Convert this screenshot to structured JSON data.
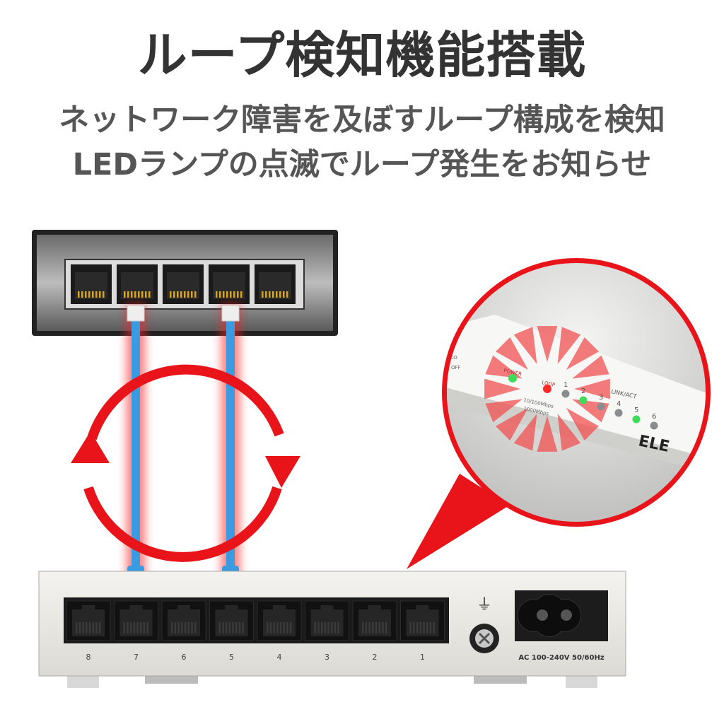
{
  "headline": "ループ検知機能搭載",
  "description": {
    "line1": "ネットワーク障害を及ぼすループ構成を検知",
    "line2": "LEDランプの点滅でループ発生をお知らせ"
  },
  "zoom_panel": {
    "power_label": "POWER",
    "loop_label": "LOOP",
    "link_label": "LINK/ACT",
    "speed_legend": [
      "10/100Mbps",
      "1000Mbps"
    ],
    "switch_labels": [
      "ECO",
      "OFF"
    ],
    "port_leds": [
      {
        "port": "1",
        "lit": false
      },
      {
        "port": "2",
        "lit": true
      },
      {
        "port": "3",
        "lit": false
      },
      {
        "port": "4",
        "lit": false
      },
      {
        "port": "5",
        "lit": true
      },
      {
        "port": "6",
        "lit": false
      }
    ],
    "brand_partial": "ELE",
    "colors": {
      "led_green": "#3ddc5a",
      "led_red": "#ff2a2a",
      "flash": "#f05050"
    }
  },
  "bottom_switch": {
    "port_labels": [
      "8",
      "7",
      "6",
      "5",
      "4",
      "3",
      "2",
      "1"
    ],
    "connected_ports": [
      "7",
      "5"
    ],
    "ground_symbol": "⏚",
    "power_rating": "AC  100-240V  50/60Hz"
  },
  "colors": {
    "accent_red": "#e8141a",
    "cable_blue": "#3a9be0",
    "text_dark": "#333333"
  }
}
